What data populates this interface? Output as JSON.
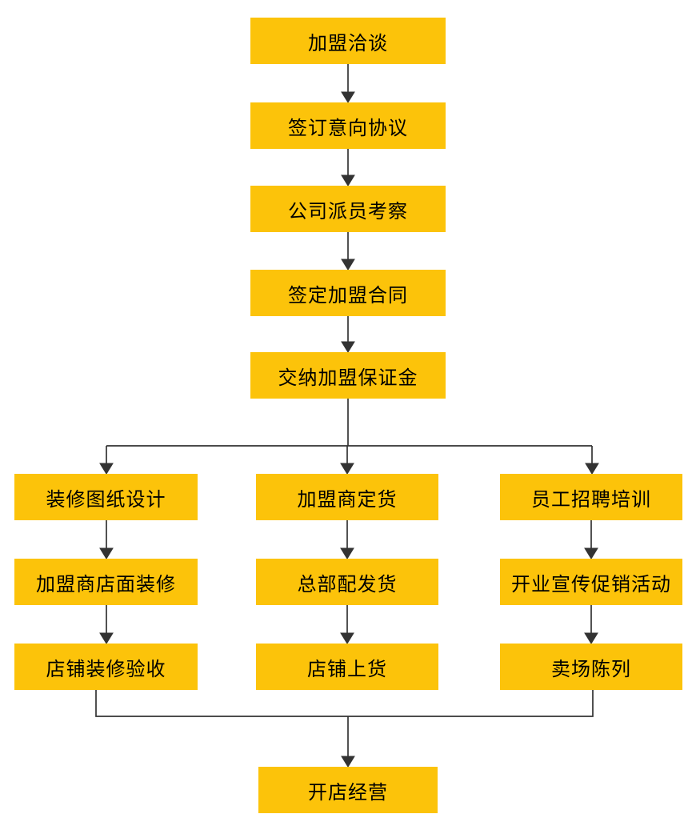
{
  "diagram": {
    "type": "flowchart",
    "colors": {
      "node_fill": "#FCC30A",
      "connector": "#333333",
      "node_text": "#000000",
      "background": "#FFFFFF"
    },
    "nodes": {
      "franchise_negotiation": {
        "label": "加盟洽谈"
      },
      "sign_intent_agreement": {
        "label": "签订意向协议"
      },
      "company_inspection": {
        "label": "公司派员考察"
      },
      "sign_franchise_contract": {
        "label": "签定加盟合同"
      },
      "pay_franchise_deposit": {
        "label": "交纳加盟保证金"
      },
      "decoration_drawing_design": {
        "label": "装修图纸设计"
      },
      "storefront_decoration": {
        "label": "加盟商店面装修"
      },
      "decoration_acceptance": {
        "label": "店铺装修验收"
      },
      "franchisee_order": {
        "label": "加盟商定货"
      },
      "hq_distribution": {
        "label": "总部配发货"
      },
      "store_stocking": {
        "label": "店铺上货"
      },
      "staff_recruitment_training": {
        "label": "员工招聘培训"
      },
      "opening_promotion": {
        "label": "开业宣传促销活动"
      },
      "store_display": {
        "label": "卖场陈列"
      },
      "store_opening": {
        "label": "开店经营"
      }
    },
    "edges": [
      {
        "from": "franchise_negotiation",
        "to": "sign_intent_agreement"
      },
      {
        "from": "sign_intent_agreement",
        "to": "company_inspection"
      },
      {
        "from": "company_inspection",
        "to": "sign_franchise_contract"
      },
      {
        "from": "sign_franchise_contract",
        "to": "pay_franchise_deposit"
      },
      {
        "from": "pay_franchise_deposit",
        "to": "decoration_drawing_design"
      },
      {
        "from": "pay_franchise_deposit",
        "to": "franchisee_order"
      },
      {
        "from": "pay_franchise_deposit",
        "to": "staff_recruitment_training"
      },
      {
        "from": "decoration_drawing_design",
        "to": "storefront_decoration"
      },
      {
        "from": "storefront_decoration",
        "to": "decoration_acceptance"
      },
      {
        "from": "franchisee_order",
        "to": "hq_distribution"
      },
      {
        "from": "hq_distribution",
        "to": "store_stocking"
      },
      {
        "from": "staff_recruitment_training",
        "to": "opening_promotion"
      },
      {
        "from": "opening_promotion",
        "to": "store_display"
      },
      {
        "from": "decoration_acceptance",
        "to": "store_opening"
      },
      {
        "from": "store_display",
        "to": "store_opening"
      }
    ]
  }
}
